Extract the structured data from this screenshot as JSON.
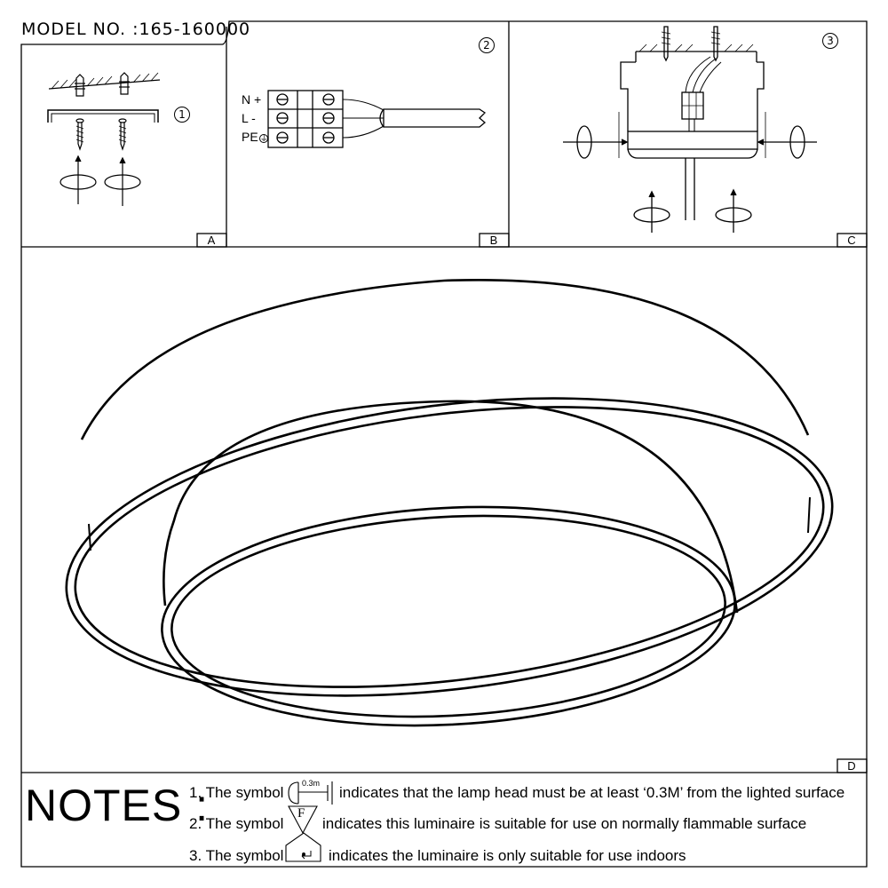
{
  "header": {
    "model": "MODEL NO. :165-160000"
  },
  "panels": {
    "a": {
      "letter": "A",
      "step": "1"
    },
    "b": {
      "letter": "B",
      "step": "2",
      "terminals": [
        "N +",
        "L -",
        "PE"
      ]
    },
    "c": {
      "letter": "C",
      "step": "3"
    },
    "d": {
      "letter": "D"
    }
  },
  "notes": {
    "title": "NOTES :",
    "items": [
      {
        "pre": "1. The symbol",
        "symbol_text": "0.3m",
        "text": "indicates that the lamp head must be at least ‘0.3M’ from the lighted surface"
      },
      {
        "pre": "2. The symbol",
        "symbol_text": "F",
        "text": "indicates this luminaire is suitable for use on normally flammable surface"
      },
      {
        "pre": "3. The symbol",
        "symbol_text": "",
        "text": "indicates the luminaire is only suitable for use indoors"
      }
    ]
  }
}
